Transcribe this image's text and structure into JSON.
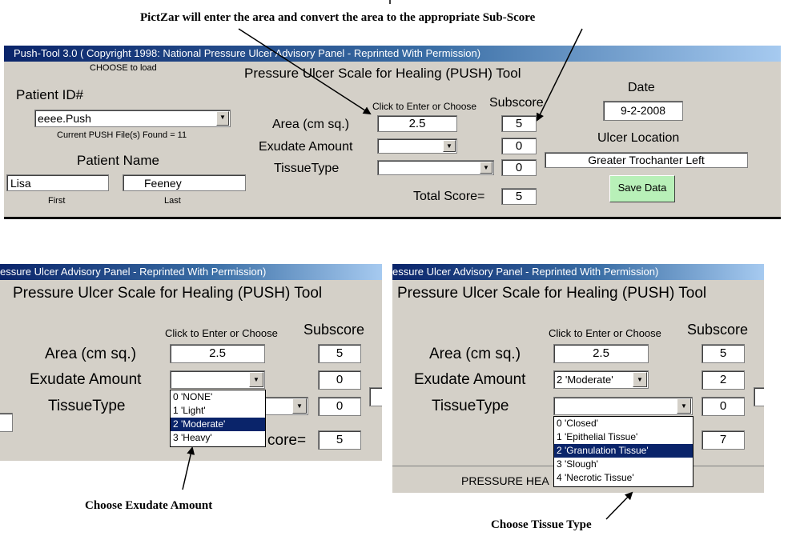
{
  "annotations": {
    "top": "PictZar will enter the area and convert the area to the appropriate Sub-Score",
    "exudate": "Choose Exudate Amount",
    "tissue": "Choose Tissue Type"
  },
  "main": {
    "title": "Push-Tool 3.0 ( Copyright 1998: National Pressure Ulcer Advisory Panel - Reprinted With Permission)",
    "choose_to_load": "CHOOSE to load",
    "tool_title": "Pressure Ulcer Scale for Healing  (PUSH) Tool",
    "patient_id_label": "Patient ID#",
    "patient_id_value": "eeee.Push",
    "files_found": "Current PUSH File(s) Found = 11",
    "patient_name_label": "Patient Name",
    "first_name": "Lisa",
    "last_name": "Feeney",
    "first_label": "First",
    "last_label": "Last",
    "click_to_enter": "Click to Enter or Choose",
    "subscore_label": "Subscore",
    "area_label": "Area (cm sq.)",
    "area_value": "2.5",
    "area_subscore": "5",
    "exudate_label": "Exudate Amount",
    "exudate_value": "",
    "exudate_subscore": "0",
    "tissue_label": "TissueType",
    "tissue_value": "",
    "tissue_subscore": "0",
    "total_label": "Total Score=",
    "total_value": "5",
    "date_label": "Date",
    "date_value": "9-2-2008",
    "ulcer_location_label": "Ulcer Location",
    "ulcer_location_value": "Greater Trochanter Left",
    "save_button": "Save Data"
  },
  "exudate_panel": {
    "title": "essure Ulcer Advisory Panel - Reprinted With Permission)",
    "tool_title": "Pressure Ulcer Scale for Healing  (PUSH) Tool",
    "click_to_enter": "Click to Enter or Choose",
    "subscore_label": "Subscore",
    "area_label": "Area (cm sq.)",
    "area_value": "2.5",
    "area_subscore": "5",
    "exudate_label": "Exudate Amount",
    "exudate_value": "",
    "exudate_subscore": "0",
    "tissue_label": "TissueType",
    "tissue_subscore": "0",
    "total_fragment": "core=",
    "total_value": "5",
    "options": [
      "0 'NONE'",
      "1 'Light'",
      "2 'Moderate'",
      "3 'Heavy'"
    ],
    "selected_index": 2
  },
  "tissue_panel": {
    "title": "essure Ulcer Advisory Panel - Reprinted With Permission)",
    "tool_title": "Pressure Ulcer Scale for Healing  (PUSH) Tool",
    "click_to_enter": "Click to Enter or Choose",
    "subscore_label": "Subscore",
    "area_label": "Area (cm sq.)",
    "area_value": "2.5",
    "area_subscore": "5",
    "exudate_label": "Exudate Amount",
    "exudate_value": "2 'Moderate'",
    "exudate_subscore": "2",
    "tissue_label": "TissueType",
    "tissue_value": "",
    "tissue_subscore": "0",
    "total_value": "7",
    "footer_fragment": "PRESSURE HEA",
    "options": [
      "0 'Closed'",
      "1 'Epithelial Tissue'",
      "2 'Granulation Tissue'",
      "3 'Slough'",
      "4 'Necrotic Tissue'"
    ],
    "selected_index": 2
  }
}
